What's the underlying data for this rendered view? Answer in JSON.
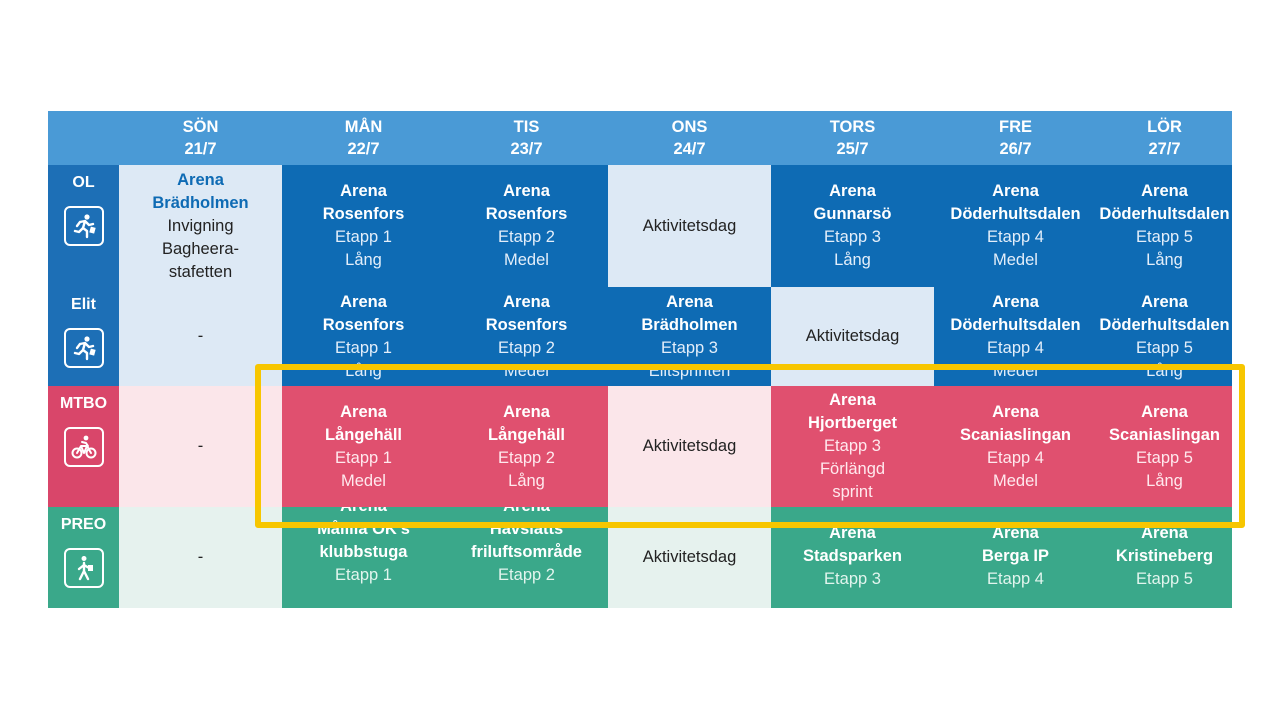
{
  "header": {
    "days": [
      {
        "name": "SÖN",
        "date": "21/7"
      },
      {
        "name": "MÅN",
        "date": "22/7"
      },
      {
        "name": "TIS",
        "date": "23/7"
      },
      {
        "name": "ONS",
        "date": "24/7"
      },
      {
        "name": "TORS",
        "date": "25/7"
      },
      {
        "name": "FRE",
        "date": "26/7"
      },
      {
        "name": "LÖR",
        "date": "27/7"
      }
    ]
  },
  "rows": {
    "ol": {
      "label": "OL",
      "icon": "runner-icon",
      "sun": {
        "arena": "Arena",
        "place": "Brädholmen",
        "line1": "Invigning",
        "line2": "Bagheera-",
        "line3": "stafetten"
      },
      "mon": {
        "arena": "Arena",
        "place": "Rosenfors",
        "stage": "Etapp 1",
        "type": "Lång"
      },
      "tue": {
        "arena": "Arena",
        "place": "Rosenfors",
        "stage": "Etapp 2",
        "type": "Medel"
      },
      "wed": {
        "text": "Aktivitetsdag"
      },
      "thu": {
        "arena": "Arena",
        "place": "Gunnarsö",
        "stage": "Etapp 3",
        "type": "Lång"
      },
      "fri": {
        "arena": "Arena",
        "place": "Döderhultsdalen",
        "stage": "Etapp 4",
        "type": "Medel"
      },
      "sat": {
        "arena": "Arena",
        "place": "Döderhultsdalen",
        "stage": "Etapp 5",
        "type": "Lång"
      }
    },
    "elit": {
      "label": "Elit",
      "icon": "runner-icon",
      "sun": {
        "text": "-"
      },
      "mon": {
        "arena": "Arena",
        "place": "Rosenfors",
        "stage": "Etapp 1",
        "type": "Lång"
      },
      "tue": {
        "arena": "Arena",
        "place": "Rosenfors",
        "stage": "Etapp 2",
        "type": "Medel"
      },
      "wed": {
        "arena": "Arena",
        "place": "Brädholmen",
        "stage": "Etapp 3",
        "type": "Elitsprinten"
      },
      "thu": {
        "text": "Aktivitetsdag"
      },
      "fri": {
        "arena": "Arena",
        "place": "Döderhultsdalen",
        "stage": "Etapp 4",
        "type": "Medel"
      },
      "sat": {
        "arena": "Arena",
        "place": "Döderhultsdalen",
        "stage": "Etapp 5",
        "type": "Lång"
      }
    },
    "mtbo": {
      "label": "MTBO",
      "icon": "cyclist-icon",
      "sun": {
        "text": "-"
      },
      "mon": {
        "arena": "Arena",
        "place": "Långehäll",
        "stage": "Etapp 1",
        "type": "Medel"
      },
      "tue": {
        "arena": "Arena",
        "place": "Långehäll",
        "stage": "Etapp 2",
        "type": "Lång"
      },
      "wed": {
        "text": "Aktivitetsdag"
      },
      "thu": {
        "arena": "Arena",
        "place": "Hjortberget",
        "stage": "Etapp 3",
        "type": "Förlängd",
        "type2": "sprint"
      },
      "fri": {
        "arena": "Arena",
        "place": "Scaniaslingan",
        "stage": "Etapp 4",
        "type": "Medel"
      },
      "sat": {
        "arena": "Arena",
        "place": "Scaniaslingan",
        "stage": "Etapp 5",
        "type": "Lång"
      }
    },
    "preo": {
      "label": "PREO",
      "icon": "walker-icon",
      "sun": {
        "text": "-"
      },
      "mon": {
        "arena": "Arena",
        "place": "Målilla OK's",
        "place2": "klubbstuga",
        "stage": "Etapp 1"
      },
      "tue": {
        "arena": "Arena",
        "place": "Havslätts",
        "place2": "friluftsområde",
        "stage": "Etapp 2"
      },
      "wed": {
        "text": "Aktivitetsdag"
      },
      "thu": {
        "arena": "Arena",
        "place": "Stadsparken",
        "stage": "Etapp 3"
      },
      "fri": {
        "arena": "Arena",
        "place": "Berga IP",
        "stage": "Etapp 4"
      },
      "sat": {
        "arena": "Arena",
        "place": "Kristineberg",
        "stage": "Etapp 5"
      }
    }
  },
  "colors": {
    "header": "#4a9ad6",
    "blue": "#0e6bb4",
    "red": "#e0506f",
    "green": "#3aa88a",
    "highlight": "#f7c600"
  }
}
